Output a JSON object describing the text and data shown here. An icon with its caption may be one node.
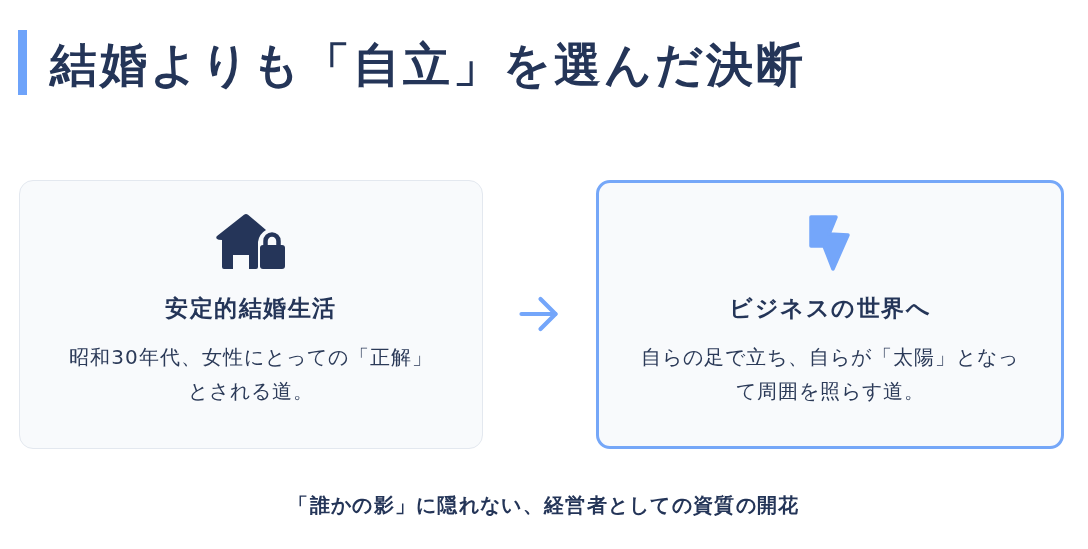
{
  "diagram": {
    "title": "結婚よりも「自立」を選んだ決断",
    "nodes": [
      {
        "text": [
          "安定的結婚生活",
          "昭和30年代、女性にとっての「正解」とされる道。"
        ]
      },
      {
        "text": [
          "ビジネスの世界へ",
          "自らの足で立ち、自らが「太陽」となって周囲を照らす道。"
        ]
      }
    ],
    "edges": [
      {
        "from": 0,
        "to": 1,
        "arrow": "to"
      }
    ],
    "caption": "「誰かの影」に隠れない、経営者としての資質の開花"
  }
}
